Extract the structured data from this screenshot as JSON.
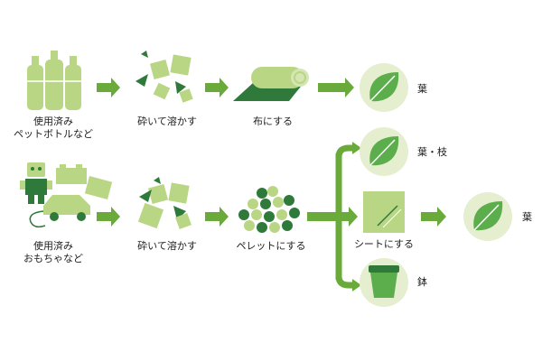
{
  "colors": {
    "dark_green": "#2f7a3a",
    "arrow_green": "#6aaa3a",
    "light_green": "#b9d685",
    "pale_green": "#e5efcf",
    "leaf_green": "#5cae4c"
  },
  "row1": {
    "input_label_line1": "使用済み",
    "input_label_line2": "ペットボトルなど",
    "step1_label": "砕いて溶かす",
    "step2_label": "布にする",
    "output_label": "葉"
  },
  "row2": {
    "input_label_line1": "使用済み",
    "input_label_line2": "おもちゃなど",
    "step1_label": "砕いて溶かす",
    "step2_label": "ペレットにする",
    "branch_top_label": "葉・枝",
    "branch_mid_label": "シートにする",
    "branch_mid_output_label": "葉",
    "branch_bottom_label": "鉢"
  },
  "icons": {
    "bottles": "pet-bottles-icon",
    "crushed1": "crushed-plastic-icon",
    "fabric": "fabric-roll-icon",
    "leaf": "leaf-icon",
    "toys": "toys-icon",
    "pellets": "pellets-icon",
    "sheet": "sheet-icon",
    "pot": "pot-icon"
  }
}
